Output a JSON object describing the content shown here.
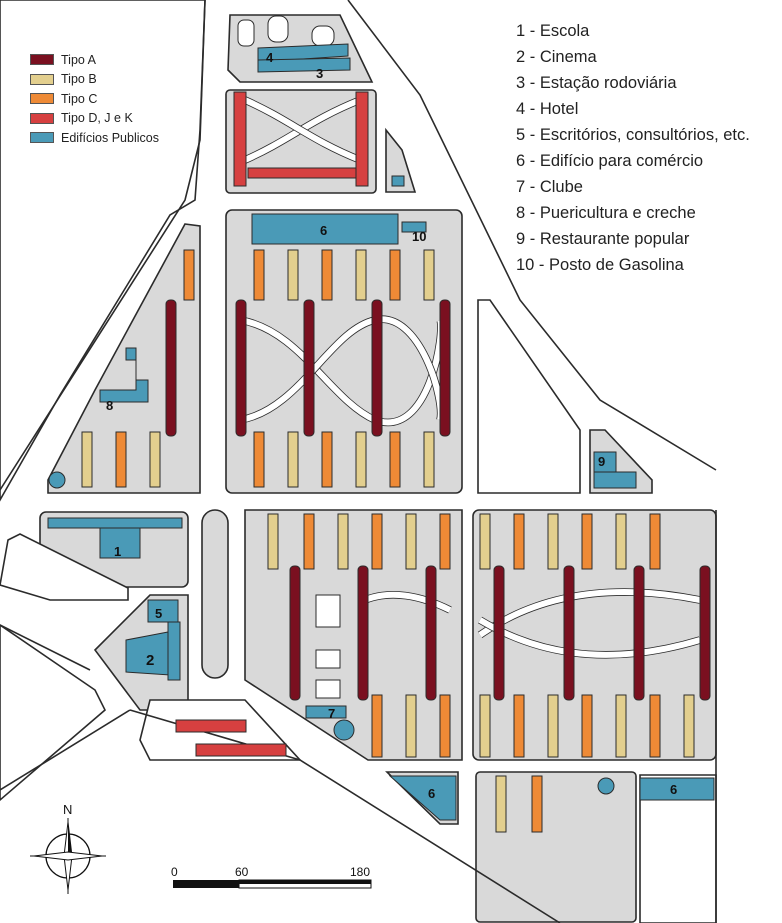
{
  "legend": {
    "items": [
      {
        "label": "Tipo A",
        "color": "#7a1020"
      },
      {
        "label": "Tipo B",
        "color": "#e3cf8e"
      },
      {
        "label": "Tipo C",
        "color": "#ee8a36"
      },
      {
        "label": "Tipo D, J e K",
        "color": "#d64040"
      },
      {
        "label": "Edifícios Publicos",
        "color": "#4a9ab7"
      }
    ]
  },
  "key": {
    "items": [
      "1 - Escola",
      "2 - Cinema",
      "3 - Estação rodoviária",
      "4 - Hotel",
      "5 - Escritórios, consultórios, etc.",
      "6 - Edifício para comércio",
      "7 - Clube",
      "8 - Puericultura e creche",
      "9 - Restaurante popular",
      "10 - Posto de Gasolina"
    ]
  },
  "building_numbers": {
    "escola": "1",
    "cinema": "2",
    "rodoviaria": "3",
    "hotel": "4",
    "escritorios": "5",
    "comercio_top": "6",
    "comercio_bottom": "6",
    "comercio_right": "6",
    "clube": "7",
    "puericultura": "8",
    "restaurante": "9",
    "posto": "10"
  },
  "north": {
    "label": "N"
  },
  "scale": {
    "ticks": [
      "0",
      "60",
      "180"
    ]
  }
}
